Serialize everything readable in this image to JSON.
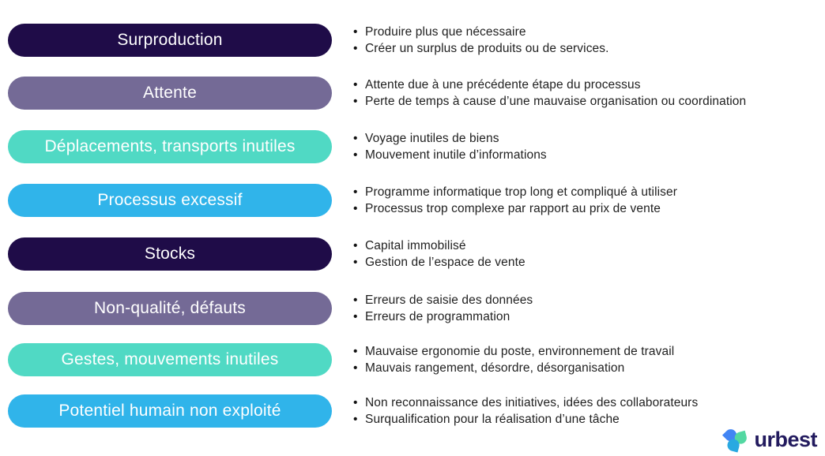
{
  "palette": {
    "navy": "#1F0C48",
    "purple": "#746A96",
    "teal": "#50D9C4",
    "blue": "#30B4EA",
    "bullet_text": "#212121",
    "logo_navy": "#221A5E",
    "petal_blue": "#4285F4",
    "petal_green": "#53D8A2",
    "petal_cyan": "#29A9E1"
  },
  "rows": [
    {
      "label": "Surproduction",
      "color": "navy",
      "points": [
        "Produire plus que nécessaire",
        "Créer un surplus de produits ou de services."
      ]
    },
    {
      "label": "Attente",
      "color": "purple",
      "points": [
        "Attente due à une précédente étape du processus",
        "Perte de temps à cause d’une mauvaise organisation ou coordination"
      ]
    },
    {
      "label": "Déplacements, transports inutiles",
      "color": "teal",
      "points": [
        "Voyage inutiles de biens",
        "Mouvement inutile d’informations"
      ]
    },
    {
      "label": "Processus excessif",
      "color": "blue",
      "points": [
        "Programme informatique trop long et compliqué à utiliser",
        "Processus trop complexe par rapport au prix de vente"
      ]
    },
    {
      "label": "Stocks",
      "color": "navy",
      "points": [
        "Capital immobilisé",
        "Gestion de l’espace de vente"
      ]
    },
    {
      "label": "Non-qualité, défauts",
      "color": "purple",
      "points": [
        "Erreurs de saisie des données",
        "Erreurs de programmation"
      ]
    },
    {
      "label": "Gestes, mouvements inutiles",
      "color": "teal",
      "points": [
        "Mauvaise ergonomie du poste, environnement de travail",
        "Mauvais rangement, désordre, désorganisation"
      ]
    },
    {
      "label": "Potentiel humain non exploité",
      "color": "blue",
      "points": [
        "Non reconnaissance des initiatives, idées des collaborateurs",
        "Surqualification pour la réalisation d’une tâche"
      ]
    }
  ],
  "logo": {
    "text": "urbest"
  }
}
